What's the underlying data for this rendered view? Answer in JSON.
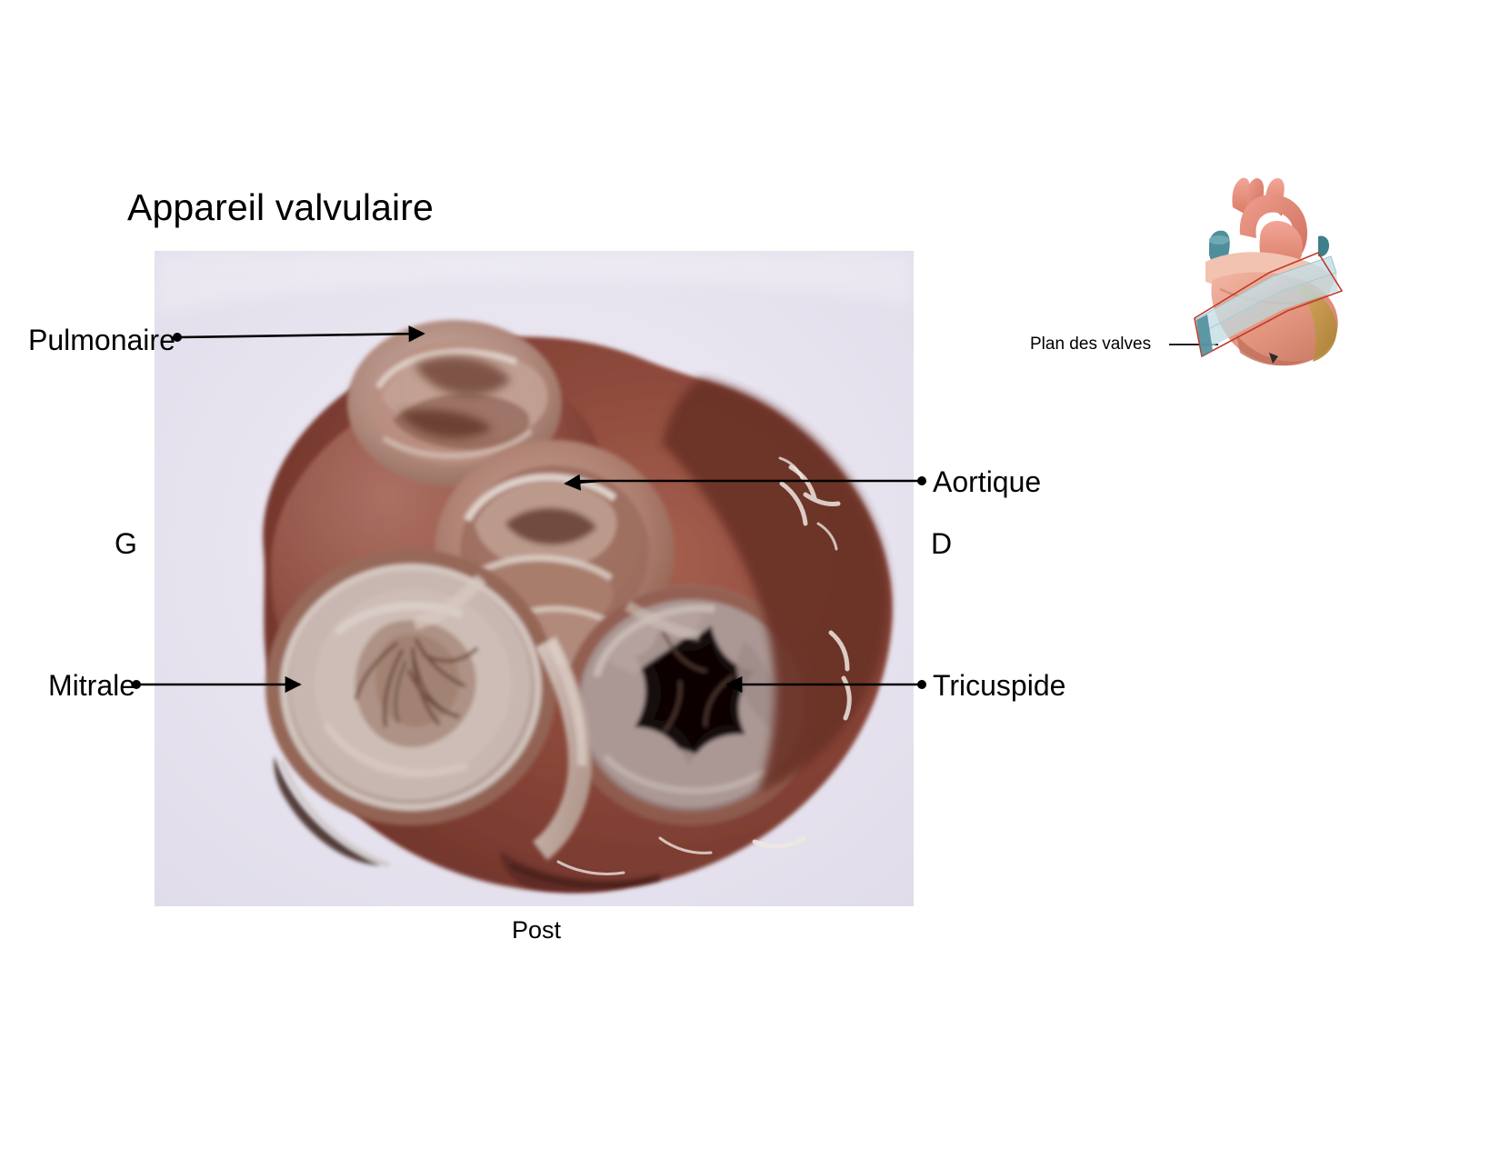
{
  "slide": {
    "title": "Appareil valvulaire",
    "background_color": "#ffffff",
    "text_color": "#000000"
  },
  "specimen_photo": {
    "alt_name": "heart-valve-plane-specimen",
    "background_color": "#e6e2ee",
    "tissue_colors": {
      "myocardium_dark": "#7a3b32",
      "myocardium_mid": "#9c5a4b",
      "myocardium_light": "#b5796a",
      "valve_pale": "#c9b8b4",
      "annulus_white": "#d8cec7",
      "lumen_dark": "#1a1110"
    }
  },
  "labels": {
    "pulmonaire": "Pulmonaire",
    "aortique": "Aortique",
    "mitrale": "Mitrale",
    "tricuspide": "Tricuspide",
    "left_orientation": "G",
    "right_orientation": "D",
    "posterior": "Post"
  },
  "inset": {
    "caption": "Plan des valves",
    "diagram_name": "heart-with-valve-plane",
    "colors": {
      "vessel_red": "#e08878",
      "vessel_red_dark": "#c96b5c",
      "myocardium": "#e8a894",
      "myocardium_shade": "#d2856f",
      "gold": "#c49a4a",
      "teal": "#4f8f9b",
      "plane_fill": "#c6dde4",
      "plane_outline": "#c0392b",
      "leader_line": "#000000"
    }
  }
}
